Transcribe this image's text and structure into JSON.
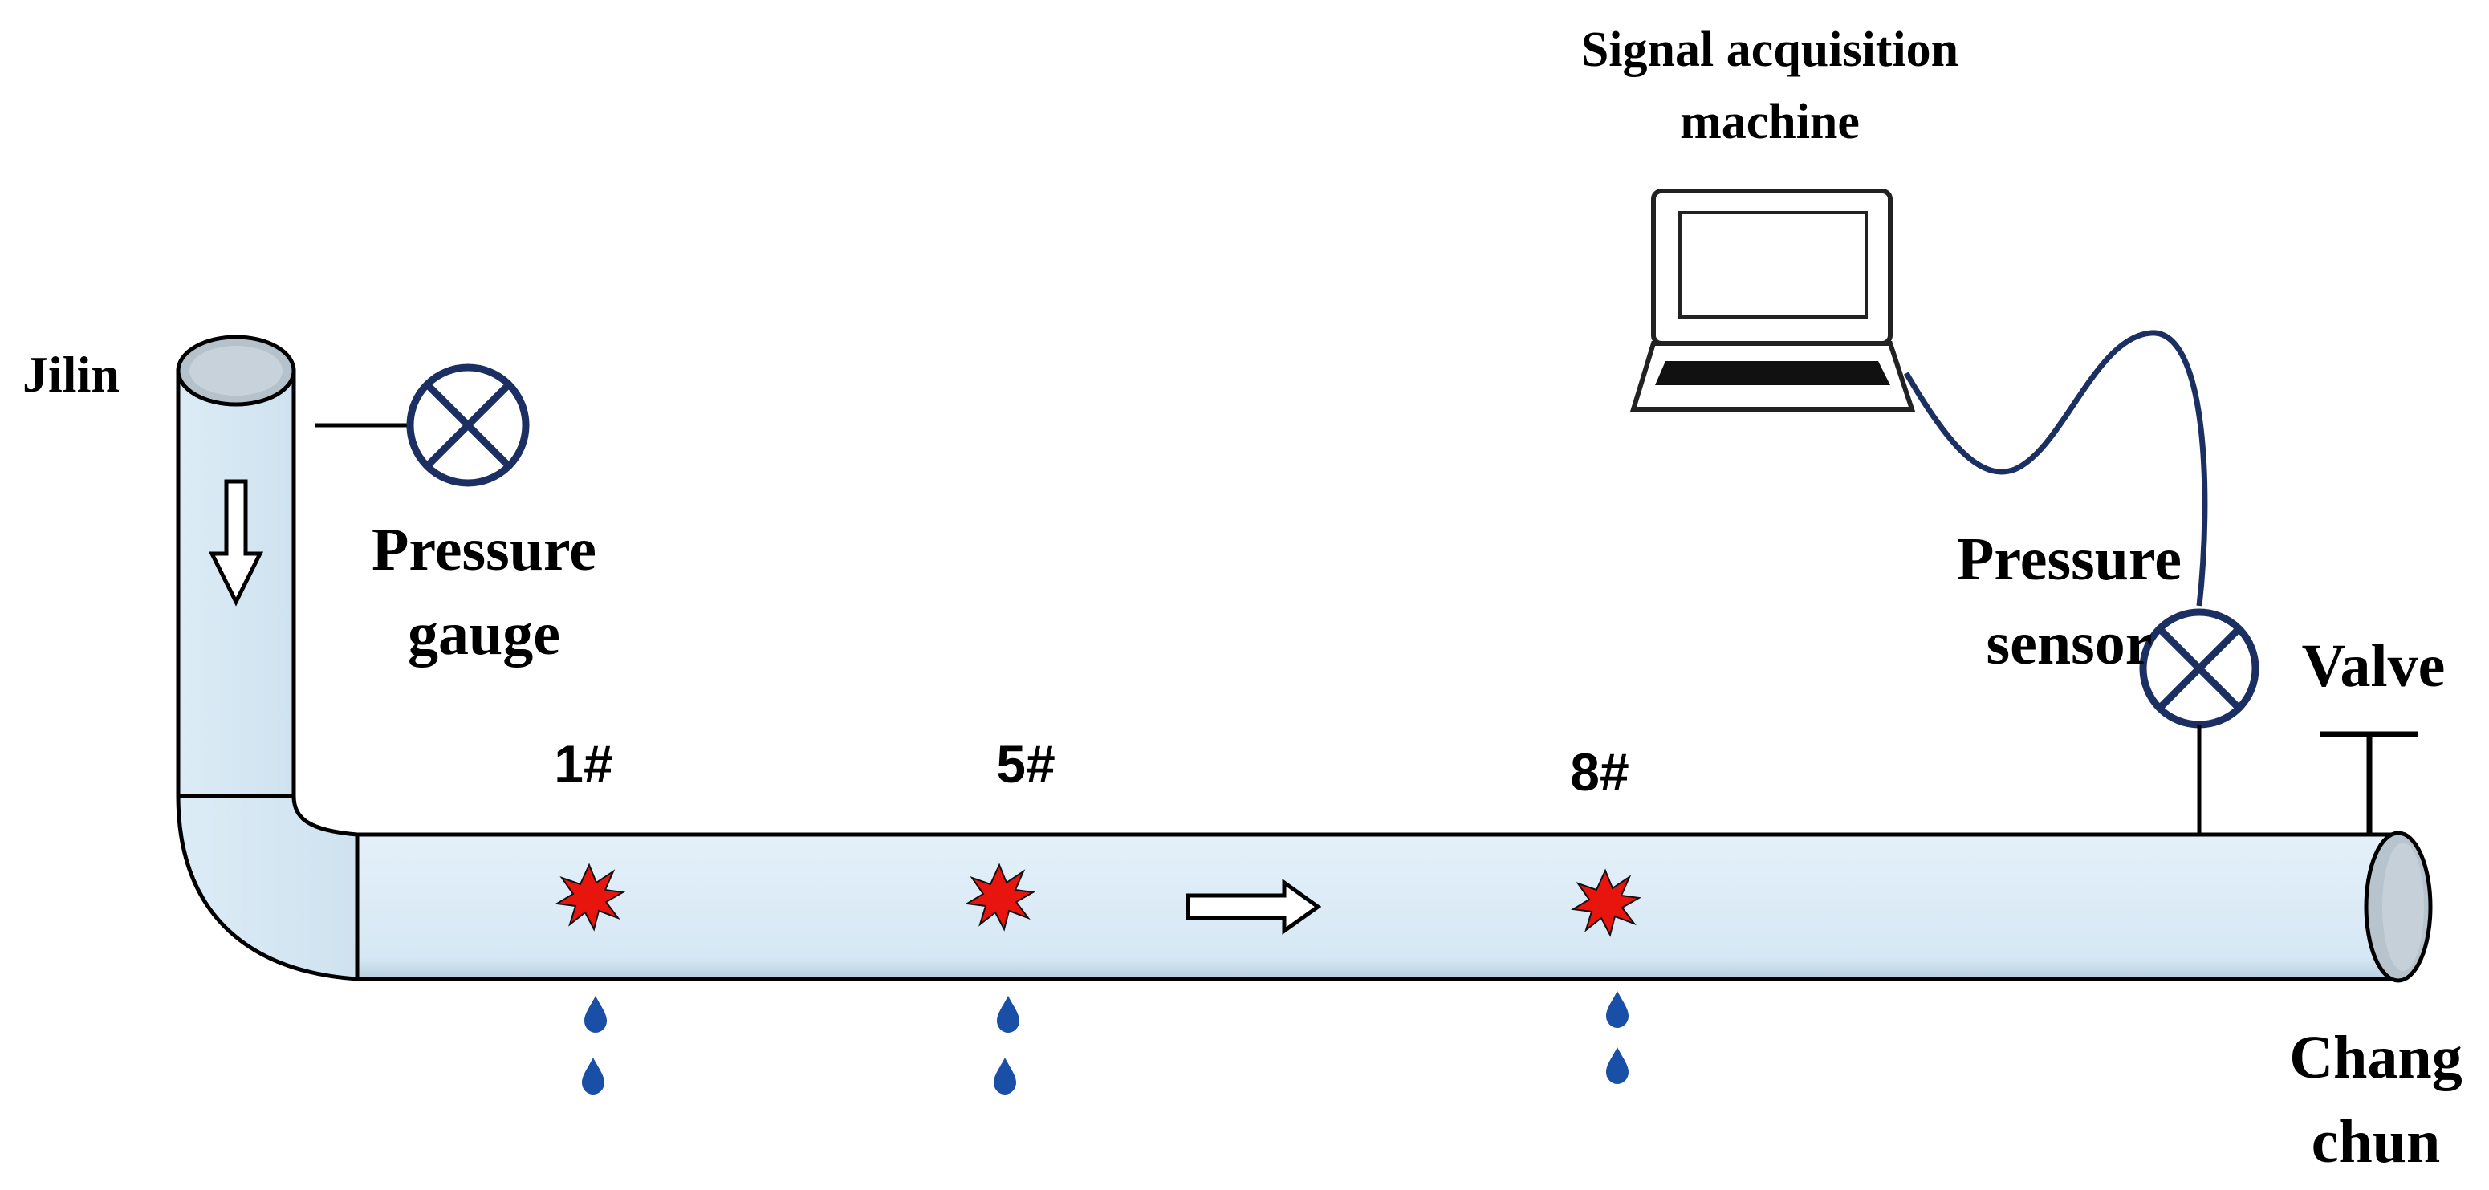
{
  "labels": {
    "source_city": "Jilin",
    "pressure_gauge_line1": "Pressure",
    "pressure_gauge_line2": "gauge",
    "signal_machine_line1": "Signal acquisition",
    "signal_machine_line2": "machine",
    "pressure_sensor_line1": "Pressure",
    "pressure_sensor_line2": "sensor",
    "valve": "Valve",
    "dest_city_line1": "Chang",
    "dest_city_line2": "chun"
  },
  "leak_points": [
    {
      "label": "1#"
    },
    {
      "label": "5#"
    },
    {
      "label": "8#"
    }
  ],
  "colors": {
    "pipe_fill": "#dcecf7",
    "pipe_stroke": "#000000",
    "instrument": "#1b2f63",
    "cable": "#1b2f63",
    "leak_burst": "#e8150f",
    "water_drop": "#1a4fa8"
  },
  "icons": [
    "pressure-gauge-icon",
    "laptop-icon",
    "pressure-sensor-icon",
    "valve-icon",
    "leak-burst-icon",
    "water-drop-icon",
    "flow-arrow-icon"
  ]
}
